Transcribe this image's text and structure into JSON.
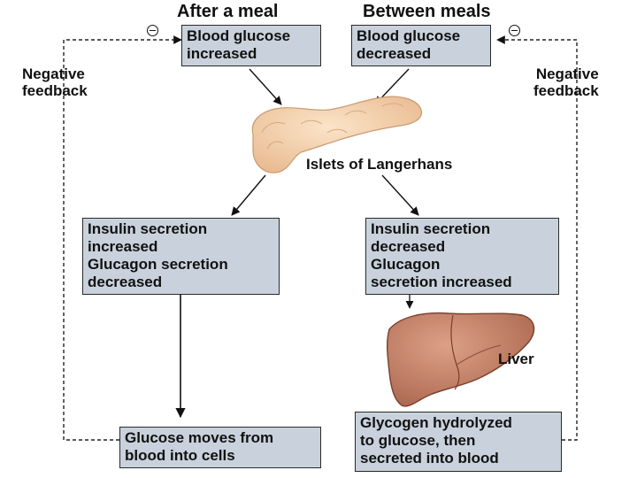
{
  "headings": {
    "left": "After a meal",
    "right": "Between meals"
  },
  "boxes": {
    "glucose_increased": "Blood glucose\nincreased",
    "glucose_decreased": "Blood glucose\ndecreased",
    "insulin_increased": "Insulin secretion\nincreased\nGlucagon secretion\ndecreased",
    "insulin_decreased": "Insulin secretion\ndecreased\nGlucagon\nsecretion increased",
    "glucose_into_cells": "Glucose moves from\nblood into cells",
    "glycogen_hydrolyzed": "Glycogen hydrolyzed\nto glucose, then\nsecreted into blood"
  },
  "labels": {
    "feedback_left": "Negative\nfeedback",
    "feedback_right": "Negative\nfeedback",
    "pancreas": "Islets of Langerhans",
    "liver": "Liver"
  },
  "colors": {
    "box_fill": "#c9d2dc",
    "pancreas_fill": "#f3cfa8",
    "liver_fill": "#c9856a"
  }
}
